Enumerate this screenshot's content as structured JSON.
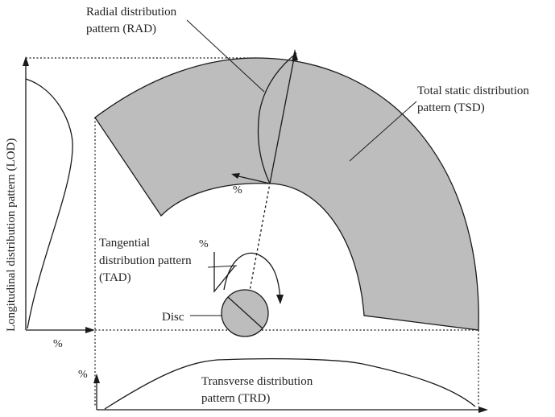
{
  "diagram": {
    "colors": {
      "sector_fill": "#bdbdbd",
      "disc_fill": "#bdbdbd",
      "stroke": "#1a1a1a"
    },
    "labels": {
      "rad_line1": "Radial distribution",
      "rad_line2": "pattern (RAD)",
      "tsd_line1": "Total static distribution",
      "tsd_line2": "pattern (TSD)",
      "tad_line1": "Tangential",
      "tad_line2": "distribution pattern",
      "tad_line3": "(TAD)",
      "disc": "Disc",
      "trd_line1": "Transverse distribution",
      "trd_line2": "pattern (TRD)",
      "lod": "Longitudinal distribution pattern (LOD)",
      "pct_lod": "%",
      "pct_trd": "%",
      "pct_rad": "%",
      "pct_tad": "%"
    }
  }
}
